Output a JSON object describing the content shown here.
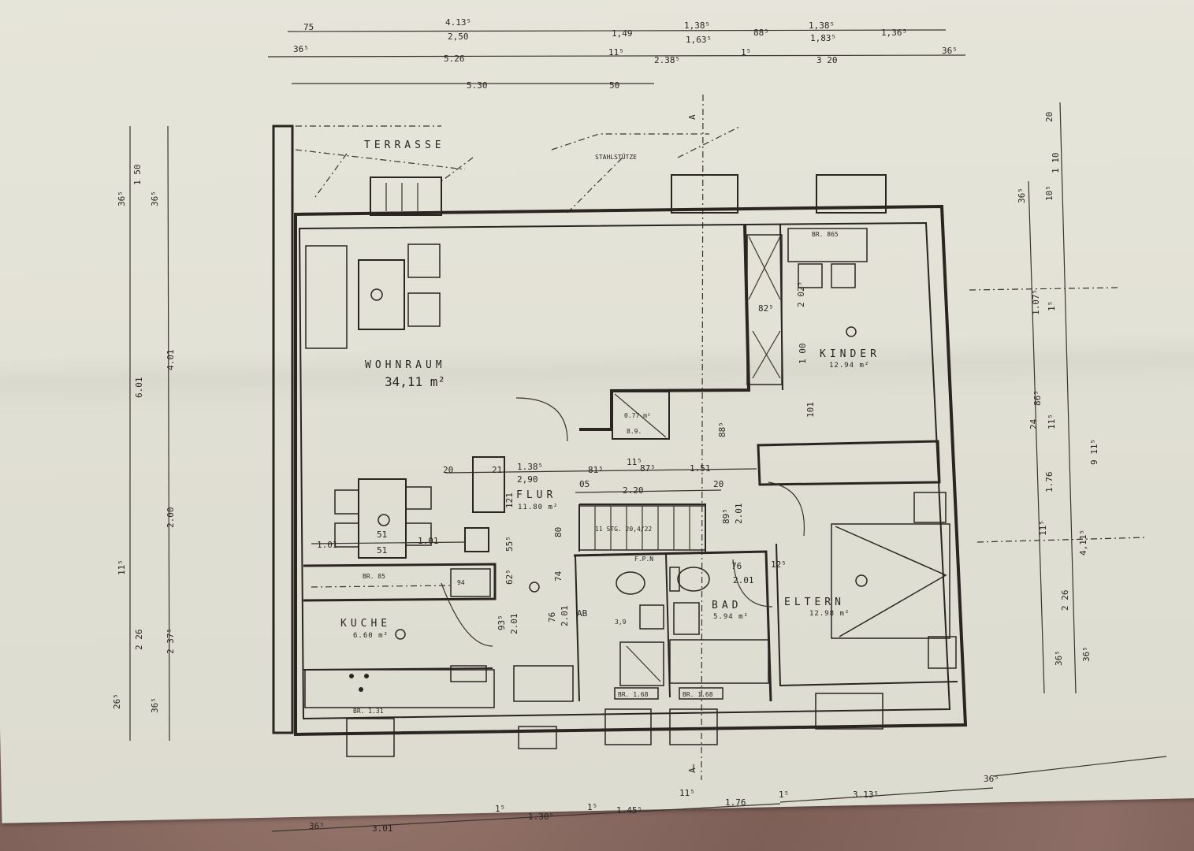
{
  "plan": {
    "rooms": [
      {
        "id": "terrasse",
        "name": "TERRASSE",
        "area": ""
      },
      {
        "id": "wohnraum",
        "name": "WOHNRAUM",
        "area": "34,11 m²"
      },
      {
        "id": "kinder",
        "name": "KINDER",
        "area": "12.94 m²"
      },
      {
        "id": "flur",
        "name": "FLUR",
        "area": "11.80 m²"
      },
      {
        "id": "kuche",
        "name": "KUCHE",
        "area": "6.60 m²"
      },
      {
        "id": "bad",
        "name": "BAD",
        "area": "5.94 m²"
      },
      {
        "id": "eltern",
        "name": "ELTERN",
        "area": "12.98 m²"
      },
      {
        "id": "ab",
        "name": "AB",
        "area": ""
      },
      {
        "id": "abstell",
        "name": "",
        "area": "0.77 m²"
      }
    ],
    "annotations": {
      "stahlstuetze": "STAHLSTÜTZE",
      "section_marker_top": "A",
      "section_marker_bottom": "A",
      "stairs": "11 STG. 20,4/22",
      "fpn": "F.P.N",
      "br_kitchen_top": "BR. 85",
      "br_kitchen_bottom": "BR. 1.31",
      "br_ab": "BR. 1.68",
      "br_bad": "BR. 1.68",
      "br_kinder": "BR. 865",
      "ab_window": "3,9",
      "kitchen_box": "94",
      "abstell_box": "8.9."
    },
    "dimensions_top": {
      "row1": [
        "75",
        "4.13⁵",
        "2,50",
        "1,49",
        "1,38⁵",
        "1,63⁵",
        "88⁵",
        "1,38⁵",
        "1,83⁵",
        "1,36⁵"
      ],
      "row2": [
        "36⁵",
        "5.26",
        "11⁵",
        "2.38⁵",
        "1⁵",
        "3 20",
        "36⁵"
      ],
      "row3": [
        "5.30",
        "50"
      ]
    },
    "dimensions_bottom": {
      "row1": [
        "36⁵",
        "3.01",
        "1⁵",
        "1.30⁵",
        "1⁵",
        "1.45⁵",
        "11⁵",
        "1.76",
        "1⁵",
        "3.13⁵",
        "36⁵"
      ]
    },
    "dimensions_left": [
      "36⁵",
      "1 50",
      "36⁵",
      "4.01",
      "6.01",
      "2.00",
      "11⁵",
      "2 26",
      "2 37⁵",
      "36⁵",
      "26⁵"
    ],
    "dimensions_right": [
      "20",
      "1 10",
      "36⁵",
      "10⁵",
      "1.07⁵",
      "1⁵",
      "24",
      "86⁵",
      "11⁵",
      "9 11⁵",
      "1.76",
      "11⁵",
      "4,11⁵",
      "2 26",
      "36⁵",
      "36⁵"
    ],
    "dimensions_interior": {
      "flur": [
        "20",
        "21",
        "1.38⁵",
        "2,90",
        "81⁵",
        "11⁵",
        "87⁵",
        "1.51",
        "05",
        "2.20",
        "20",
        "121",
        "55⁵",
        "80",
        "62⁵",
        "74",
        "93⁵",
        "2.01",
        "76",
        "2.01"
      ],
      "kinder": [
        "82⁵",
        "2 02⁵",
        "1⁵",
        "1 00",
        "1⁵",
        "101",
        "88⁵",
        "2.01"
      ],
      "bad": [
        "76",
        "2.01",
        "12⁵",
        "89⁵",
        "2.01",
        "1⁵"
      ],
      "dining": [
        "1.01",
        "51",
        "51",
        "1.01"
      ]
    }
  }
}
